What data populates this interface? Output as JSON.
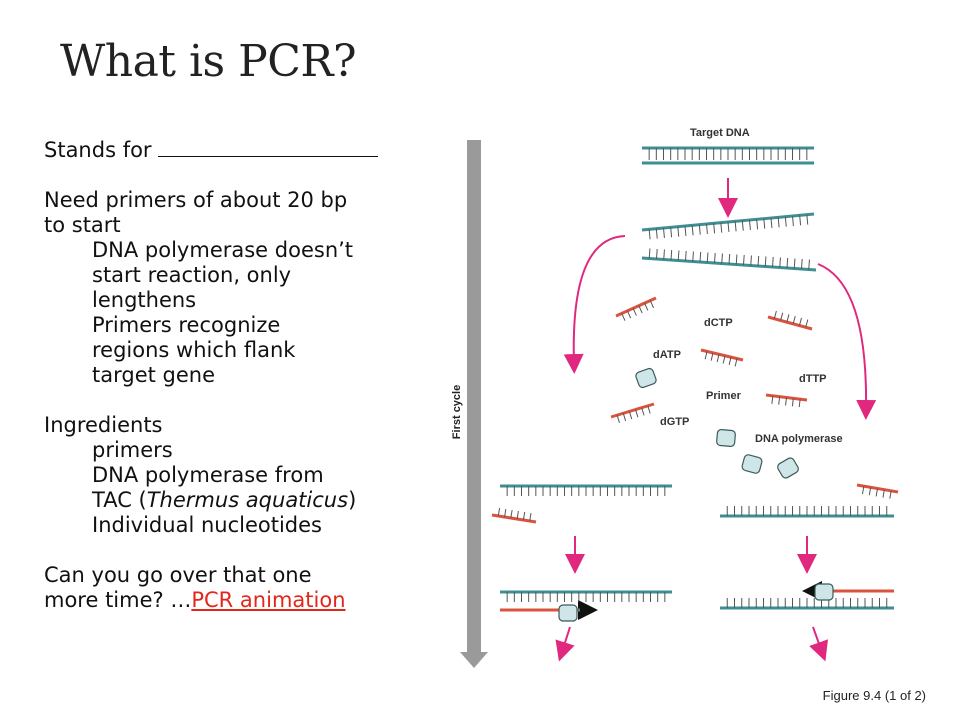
{
  "slide": {
    "title": "What is PCR?",
    "stands_for": "Stands for",
    "primers_line1": "Need primers of about 20 bp",
    "primers_line2": "to start",
    "sub1": "DNA polymerase doesn’t",
    "sub2": "start reaction, only",
    "sub3": "lengthens",
    "sub4": "Primers recognize",
    "sub5": "regions which flank",
    "sub6": "target gene",
    "ingredients": "Ingredients",
    "ing1": "primers",
    "ing2": "DNA polymerase from",
    "ing3_pre": "TAC (",
    "ing3_italic": "Thermus aquaticus",
    "ing3_post": ")",
    "ing4": "Individual nucleotides",
    "question1": "Can you go over that one",
    "question2_pre": "more time? …",
    "question2_link": "PCR animation",
    "caption": "Figure 9.4 (1 of 2)"
  },
  "figure": {
    "target_dna": "Target DNA",
    "first_cycle": "First cycle",
    "dctp": "dCTP",
    "datp": "dATP",
    "dttp": "dTTP",
    "primer": "Primer",
    "dgtp": "dGTP",
    "dna_polymerase": "DNA polymerase"
  },
  "colors": {
    "strand": "#3f8e93",
    "primer": "#d9533f",
    "arrow": "#e0287e",
    "cycle_bar": "#9a9a9a",
    "polymerase": "#cfe6e8"
  }
}
